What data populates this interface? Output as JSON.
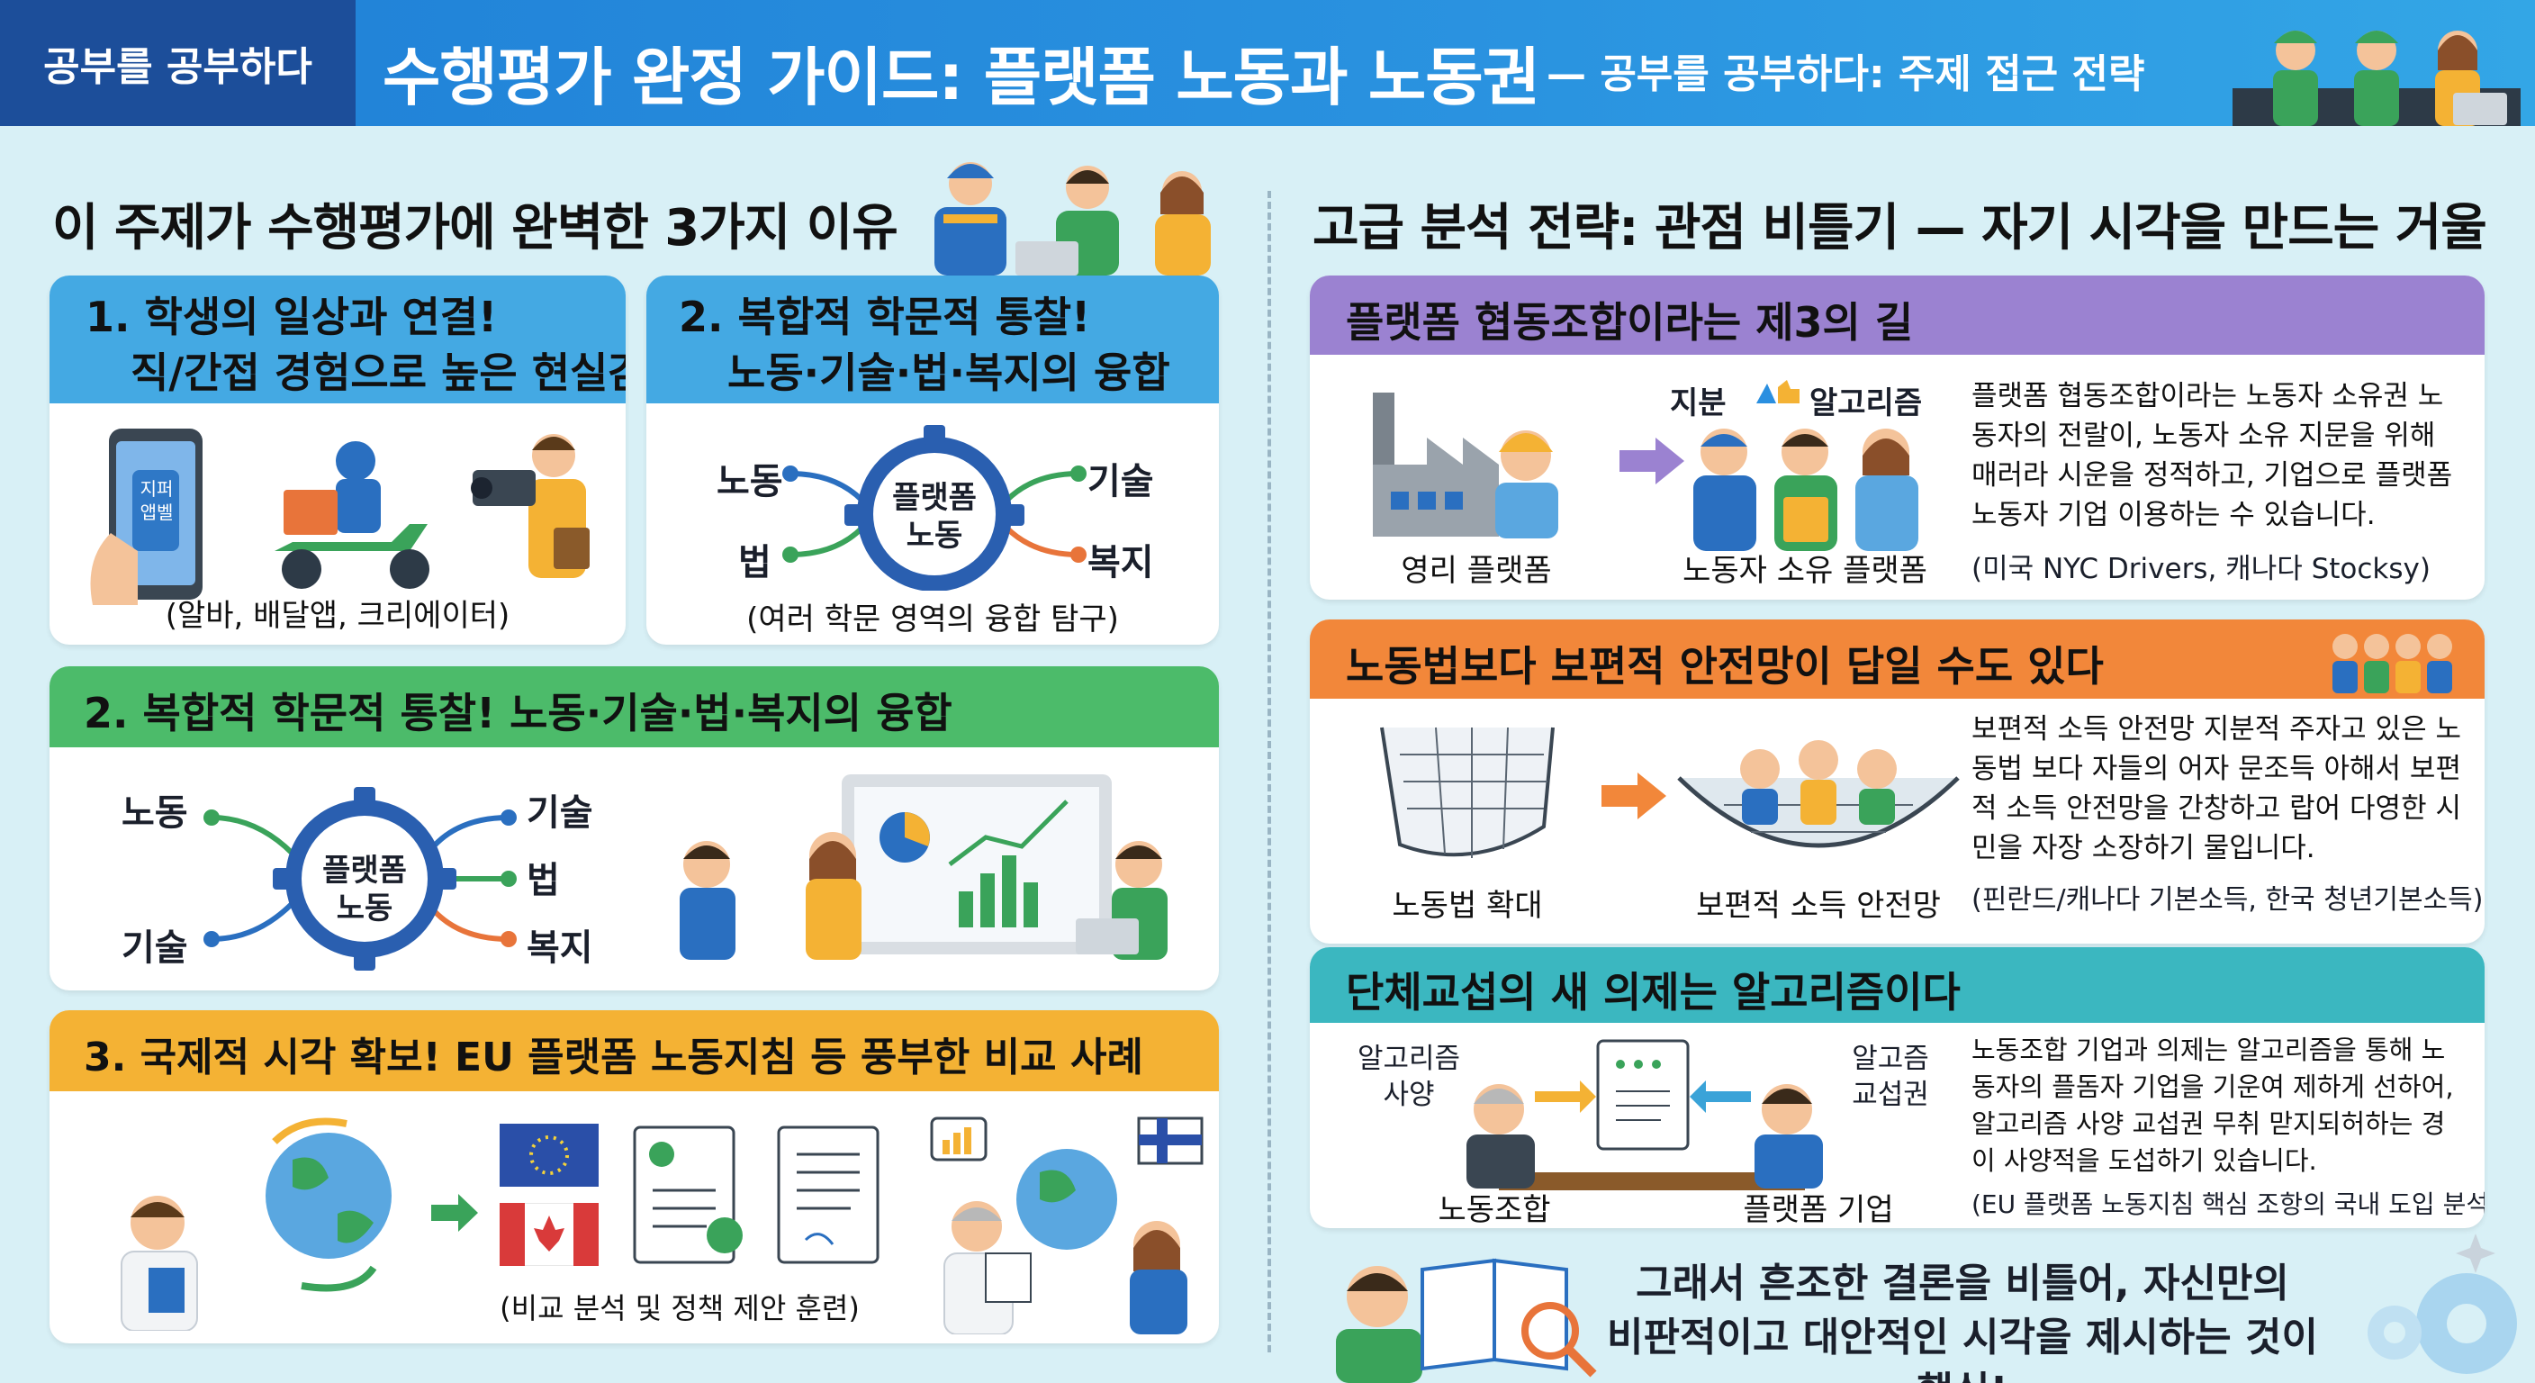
{
  "header": {
    "brand": "공부를 공부하다",
    "title": "수행평가 완정 가이드: 플랫폼 노동과 노동권",
    "subtitle": "— 공부를 공부하다: 주제 접근 전략"
  },
  "left": {
    "heading": "이 주제가 수행평가에 완벽한 3가지 이유",
    "card1": {
      "title_line1": "1. 학생의 일상과 연결!",
      "title_line2": "직/간접 경험으로 높은 현실감",
      "phone_label_line1": "지퍼",
      "phone_label_line2": "앱벨",
      "caption": "(알바, 배달앱, 크리에이터)"
    },
    "card2": {
      "title_line1": "2. 복합적 학문적 통찰!",
      "title_line2": "노동·기술·법·복지의 융합",
      "gear_line1": "플랫폼",
      "gear_line2": "노동",
      "node_left_top": "노동",
      "node_left_bottom": "법",
      "node_right_top": "기술",
      "node_right_bottom": "복지",
      "caption": "(여러 학문 영역의 융합 탐구)"
    },
    "card3": {
      "title": "2. 복합적 학문적 통찰! 노동·기술·법·복지의 융합",
      "gear_line1": "플랫폼",
      "gear_line2": "노동",
      "node_left_top": "노동",
      "node_left_bottom": "기술",
      "node_right_top": "기술",
      "node_right_mid": "법",
      "node_right_bottom": "복지"
    },
    "card4": {
      "title": "3. 국제적 시각 확보! EU 플랫폼 노동지침 등 풍부한 비교 사례",
      "caption": "(비교 분석 및 정책 제안 훈련)"
    }
  },
  "right": {
    "heading": "고급 분석 전략: 관점 비틀기 — 자기 시각을 만드는 거울",
    "card1": {
      "title": "플랫폼 협동조합이라는 제3의 길",
      "label_share": "지분",
      "label_algo": "알고리즘",
      "caption_left": "영리 플랫폼",
      "caption_right": "노동자 소유 플랫폼",
      "body": "플랫폼 협동조합이라는 노동자 소유권 노동자의 전랄이, 노동자 소유 지문을 위해 매러라 시운을 정적하고, 기업으로 플랫폼 노동자 기업 이용하는 수 있습니다.",
      "example": "(미국 NYC Drivers, 캐나다 Stocksy)"
    },
    "card2": {
      "title": "노동법보다 보편적 안전망이 답일 수도 있다",
      "caption_left": "노동법 확대",
      "caption_right": "보편적 소득 안전망",
      "body": "보편적 소득 안전망 지분적 주자고 있은 노동법 보다 자들의 어자 문조득 아해서 보편적 소득 안전망을 간창하고 랍어 다영한 시민을 자장 소장하기 물입니다.",
      "example": "(핀란드/캐나다 기본소득, 한국 청년기본소득)"
    },
    "card3": {
      "title": "단체교섭의 새 의제는 알고리즘이다",
      "label_left_line1": "알고리즘",
      "label_left_line2": "사양",
      "label_right_line1": "알고즘",
      "label_right_line2": "교섭권",
      "caption_left": "노동조합",
      "caption_right": "플랫폼 기업",
      "body": "노동조합 기업과 의제는 알고리즘을 통해 노동자의 플돔자 기업을 기운여 제하게 선하어, 알고리즘 사양 교섭권 무취 맏지되허하는 경이 사양적을 도섭하기 있습니다.",
      "example": "(EU 플랫폼 노동지침 핵심 조항의 국내 도입 분석)"
    },
    "conclusion_line1": "그래서 흔조한 결론을 비틀어, 자신만의",
    "conclusion_line2": "비판적이고 대안적인 시각을 제시하는 것이 핵심!"
  },
  "colors": {
    "header": "#1f7fd6",
    "brand_box": "#1c4e9a",
    "blue": "#44a9e3",
    "green": "#4cbb6a",
    "yellow": "#f4b234",
    "purple": "#9b82d1",
    "orange": "#f2873a",
    "teal": "#3bb7c0",
    "background": "#d8f0f6"
  }
}
